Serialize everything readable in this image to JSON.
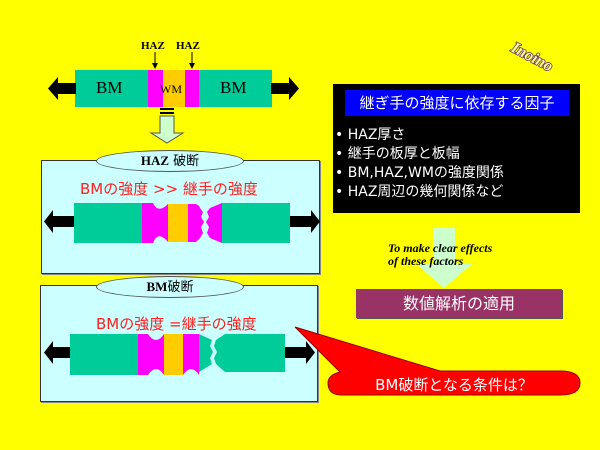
{
  "logo": {
    "text": "Inoino"
  },
  "specimen": {
    "haz_left_label": "HAZ",
    "haz_right_label": "HAZ",
    "bm_left_label": "BM",
    "wm_label": "WM",
    "bm_right_label": "BM"
  },
  "haz_fracture_panel": {
    "title_bold": "HAZ",
    "title_rest": " 破断",
    "condition": "BMの強度 >> 継手の強度"
  },
  "bm_fracture_panel": {
    "title_bold": "BM",
    "title_rest": "破断",
    "condition": "BMの強度 =継手の強度"
  },
  "factors": {
    "title": "継ぎ手の強度に依存する因子",
    "items": [
      "HAZ厚さ",
      "継手の板厚と板幅",
      "BM,HAZ,WMの強度関係",
      "HAZ周辺の幾何関係など"
    ]
  },
  "purpose": {
    "line1": "To make clear effects",
    "line2": "of these factors"
  },
  "numerical_analysis": {
    "label": "数値解析の適用"
  },
  "callout": {
    "text": "BM破断となる条件は？"
  },
  "colors": {
    "background": "#ffff00",
    "base_metal": "#00cc99",
    "haz": "#ff00ff",
    "weld_metal": "#ffcc00",
    "panel": "#ccffff",
    "factor_title": "#0000ff",
    "analysis_box": "#993366",
    "callout": "#ff0000",
    "condition_text": "#ff2020"
  }
}
